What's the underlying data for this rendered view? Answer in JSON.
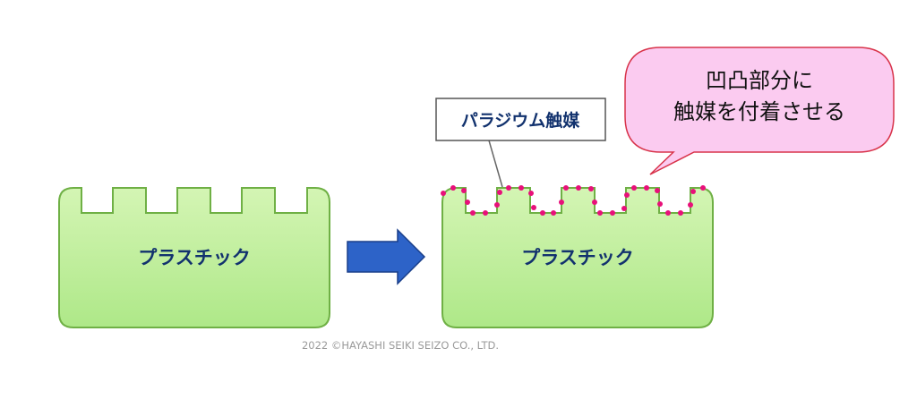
{
  "left_block": {
    "label": "プラスチック"
  },
  "right_block": {
    "label": "プラスチック"
  },
  "catalyst_callout": {
    "label": "パラジウム触媒"
  },
  "speech_bubble": {
    "line1": "凹凸部分に",
    "line2": "触媒を付着させる"
  },
  "copyright": "2022 ©HAYASHI SEIKI SEIZO CO., LTD.",
  "colors": {
    "block_fill_top": "#d4f5b4",
    "block_fill_bottom": "#aee888",
    "block_stroke": "#6fb045",
    "arrow_fill": "#2d63c8",
    "arrow_stroke": "#1a3f8a",
    "catalyst_dot": "#e8107a",
    "bubble_fill": "#fbcbf0",
    "bubble_stroke": "#d8334a",
    "callout_stroke": "#555555"
  }
}
